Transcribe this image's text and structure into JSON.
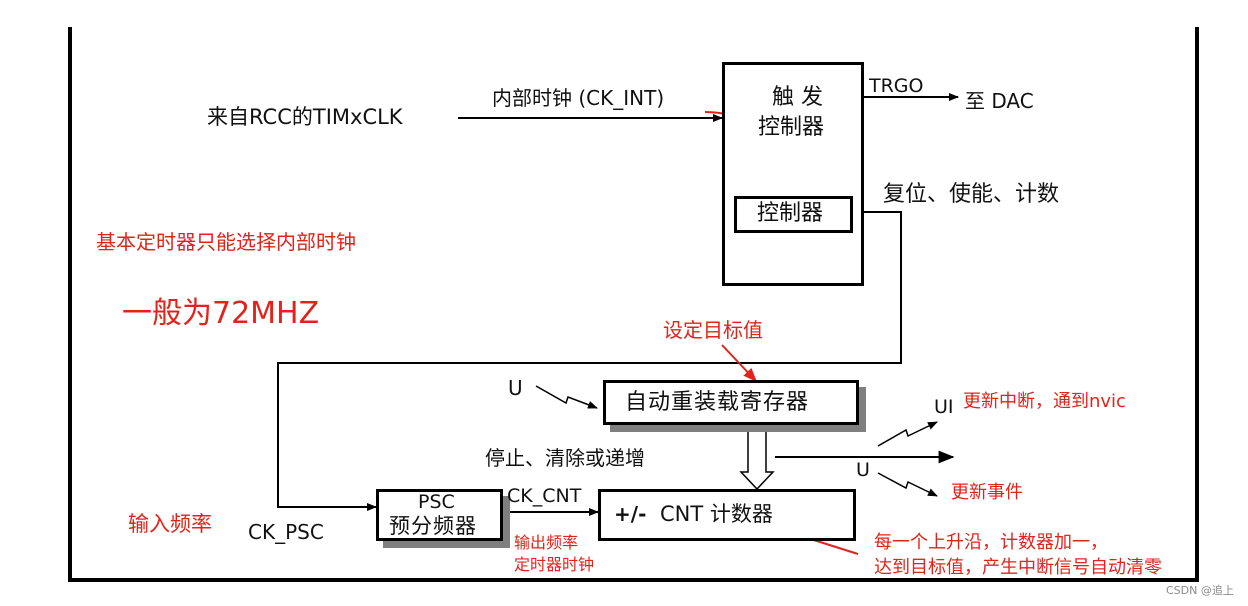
{
  "diagram": {
    "source_label": "来自RCC的TIMxCLK",
    "internal_clock_label": "内部时钟 (CK_INT)",
    "trigger_controller": {
      "line1": "触 发",
      "line2": "控制器"
    },
    "controller_label": "控制器",
    "trgo_label": "TRGO",
    "to_dac_label": "至 DAC",
    "reset_enable_count_label": "复位、使能、计数",
    "autoreload_label": "自动重装载寄存器",
    "u_input_label": "U",
    "stop_clear_increment_label": "停止、清除或递增",
    "ck_psc_label": "CK_PSC",
    "psc_box": {
      "line1": "PSC",
      "line2": "预分频器"
    },
    "ck_cnt_label": "CK_CNT",
    "cnt_box": {
      "sign": "+/-",
      "label": "CNT 计数器"
    },
    "ui_label": "UI",
    "u_output_label": "U"
  },
  "annotations": {
    "basic_timer_note": "基本定时器只能选择内部时钟",
    "freq_note": "一般为72MHZ",
    "set_target": "设定目标值",
    "update_interrupt": "更新中断，通到nvic",
    "update_event": "更新事件",
    "input_freq": "输入频率",
    "output_freq_line1": "输出频率",
    "output_freq_line2": "定时器时钟",
    "rising_edge_line1": "每一个上升沿，计数器加一，",
    "rising_edge_line2": "达到目标值，产生中断信号自动清零"
  },
  "watermark": "CSDN @追上",
  "colors": {
    "annotation_red": "#e0241b",
    "shadow_gray": "#7f7f7f",
    "line_black": "#000000"
  }
}
